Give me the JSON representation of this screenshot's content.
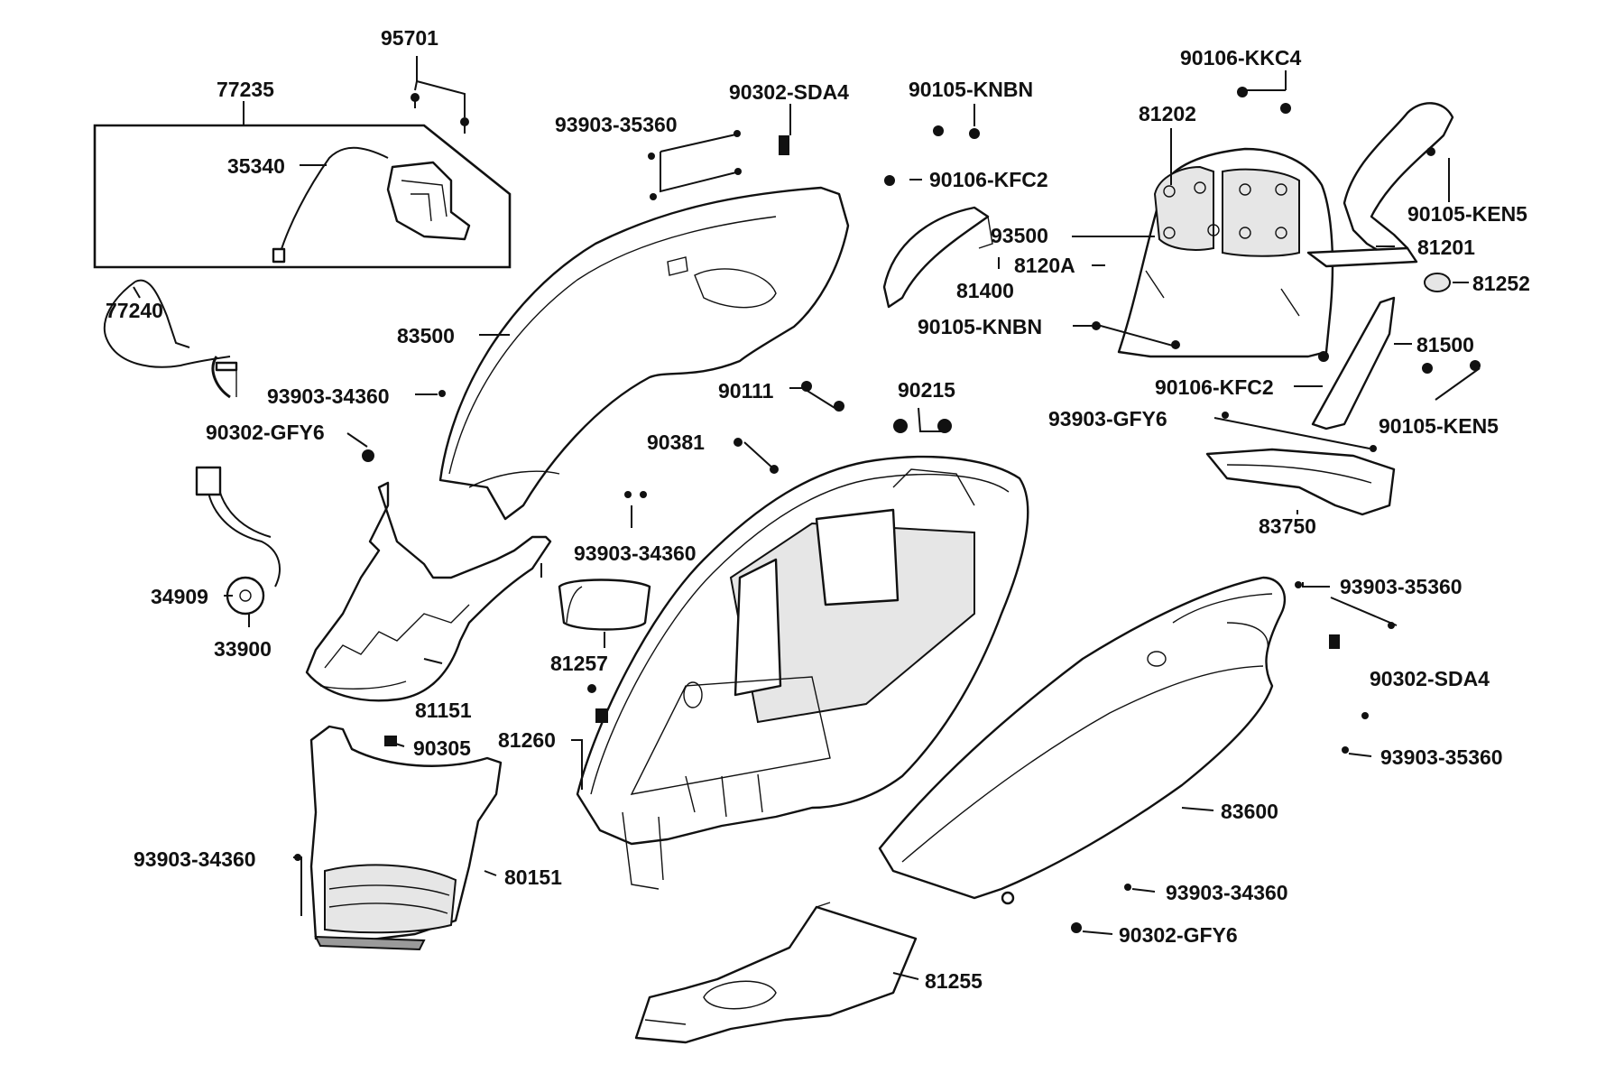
{
  "labels": {
    "l95701": "95701",
    "l77235": "77235",
    "l35340": "35340",
    "l77240": "77240",
    "l93903_35360_a": "93903-35360",
    "l90302_SDA4_a": "90302-SDA4",
    "l90105_KNBN_a": "90105-KNBN",
    "l90106_KKC4": "90106-KKC4",
    "l81202": "81202",
    "l90106_KFC2_a": "90106-KFC2",
    "l90105_KEN5_a": "90105-KEN5",
    "l93500": "93500",
    "l81201": "81201",
    "l8120A": "8120A",
    "l81400": "81400",
    "l81252": "81252",
    "l83500": "83500",
    "l90105_KNBN_b": "90105-KNBN",
    "l81500": "81500",
    "l93903_34360_a": "93903-34360",
    "l90111": "90111",
    "l90215": "90215",
    "l90106_KFC2_b": "90106-KFC2",
    "l90302_GFY6_a": "90302-GFY6",
    "l90381": "90381",
    "l93903_GFY6": "93903-GFY6",
    "l90105_KEN5_b": "90105-KEN5",
    "l93903_34360_b": "93903-34360",
    "l83750": "83750",
    "l34909": "34909",
    "l93903_35360_b": "93903-35360",
    "l33900": "33900",
    "l81257": "81257",
    "l90302_SDA4_b": "90302-SDA4",
    "l81151": "81151",
    "l90305": "90305",
    "l81260": "81260",
    "l93903_35360_c": "93903-35360",
    "l83600": "83600",
    "l93903_34360_c": "93903-34360",
    "l80151": "80151",
    "l93903_34360_d": "93903-34360",
    "l90302_GFY6_b": "90302-GFY6",
    "l81255": "81255"
  }
}
